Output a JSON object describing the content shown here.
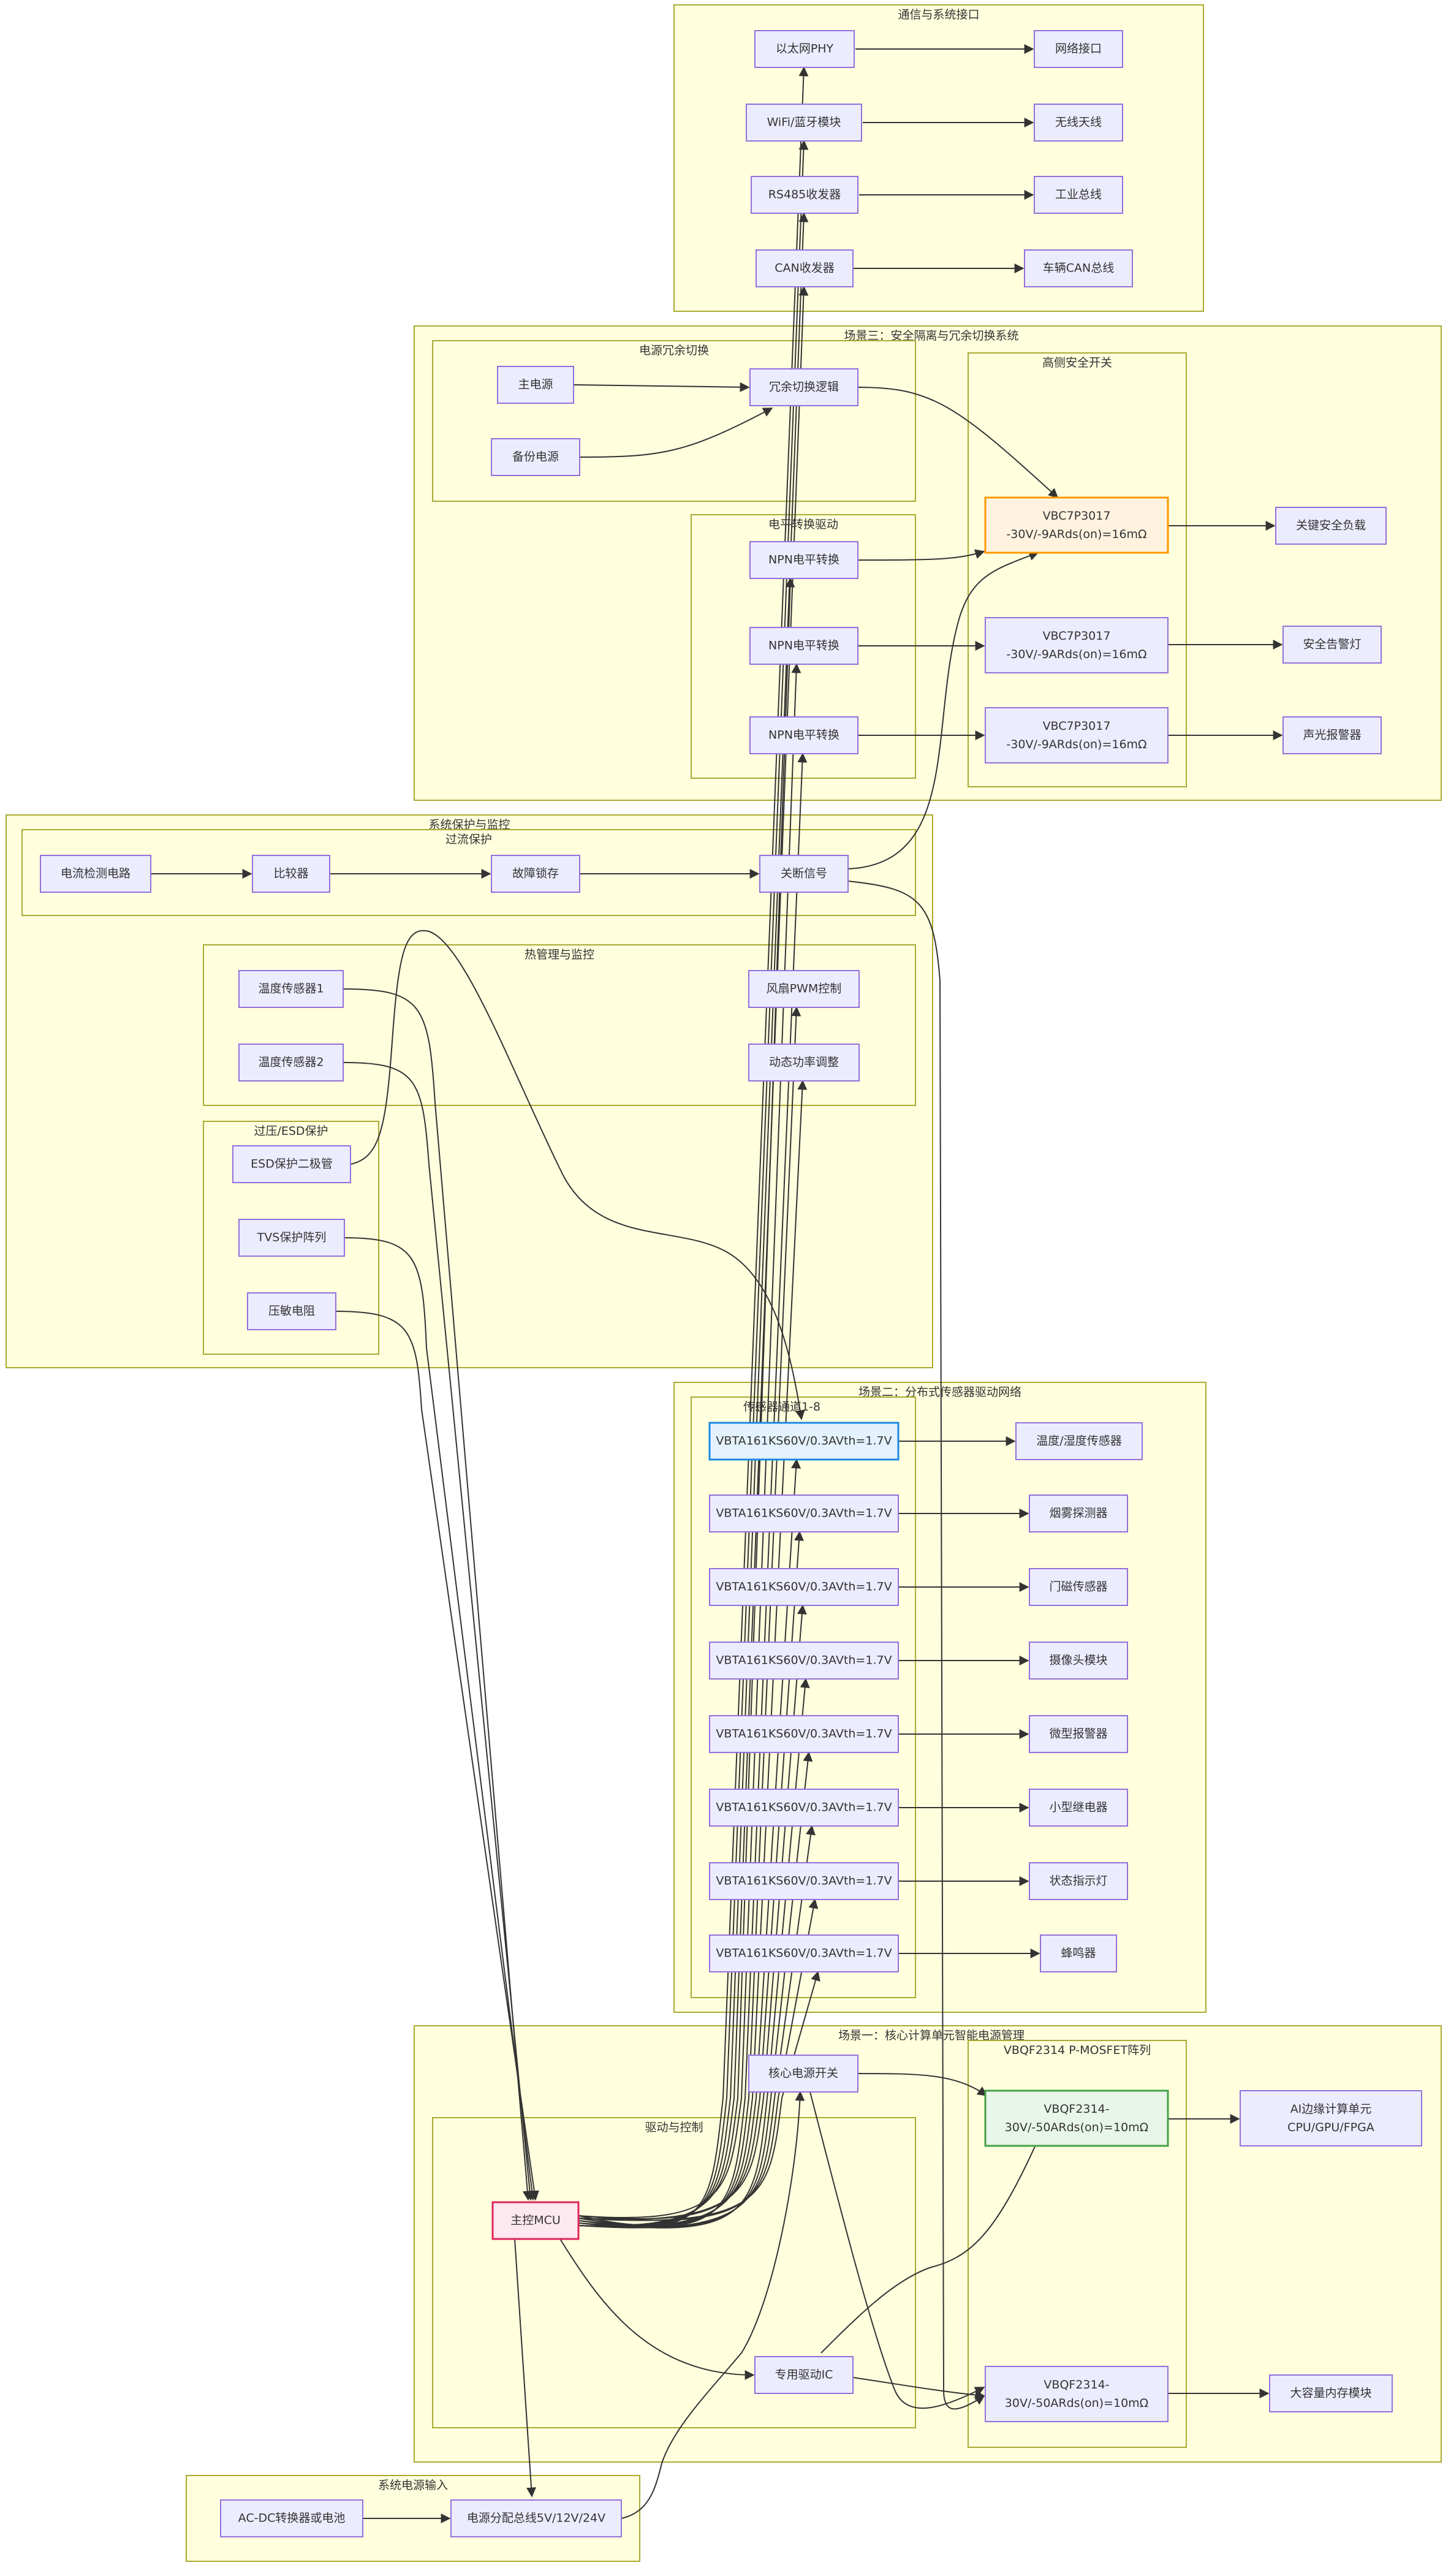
{
  "clusters": {
    "comm": "通信与系统接口",
    "scene3": "场景三：安全隔离与冗余切换系统",
    "redundancy": "电源冗余切换",
    "level_shift": "电平转换驱动",
    "high_side": "高侧安全开关",
    "protection": "系统保护与监控",
    "overcurrent": "过流保护",
    "thermal": "热管理与监控",
    "overvoltage": "过压/ESD保护",
    "scene2": "场景二：分布式传感器驱动网络",
    "sensor_channels": "传感器通道1-8",
    "scene1": "场景一：核心计算单元智能电源管理",
    "mosfet_array": "VBQF2314 P-MOSFET阵列",
    "driver_ctrl": "驱动与控制",
    "power_input": "系统电源输入"
  },
  "nodes": {
    "eth_phy": "以太网PHY",
    "net_port": "网络接口",
    "wifi": "WiFi/蓝牙模块",
    "antenna": "无线天线",
    "rs485": "RS485收发器",
    "fieldbus": "工业总线",
    "can": "CAN收发器",
    "can_bus": "车辆CAN总线",
    "main_psu": "主电源",
    "backup_psu": "备份电源",
    "switch_logic": "冗余切换逻辑",
    "npn1": "NPN电平转换",
    "npn2": "NPN电平转换",
    "npn3": "NPN电平转换",
    "vbc1": "VBC7P3017-30V/-9ARds(on)=16mΩ",
    "vbc2": "VBC7P3017-30V/-9ARds(on)=16mΩ",
    "vbc3": "VBC7P3017-30V/-9ARds(on)=16mΩ",
    "key_load": "关键安全负载",
    "warn_lamp": "安全告警灯",
    "sound_alarm": "声光报警器",
    "current_detect": "电流检测电路",
    "comparator": "比较器",
    "fault_latch": "故障锁存",
    "shutdown": "关断信号",
    "temp1": "温度传感器1",
    "temp2": "温度传感器2",
    "fan_pwm": "风扇PWM控制",
    "dyn_power": "动态功率调整",
    "esd": "ESD保护二极管",
    "tvs": "TVS保护阵列",
    "varistor": "压敏电阻",
    "vbta": "VBTA161KS60V/0.3AVth=1.7V",
    "s1": "温度/湿度传感器",
    "s2": "烟雾探测器",
    "s3": "门磁传感器",
    "s4": "摄像头模块",
    "s5": "微型报警器",
    "s6": "小型继电器",
    "s7": "状态指示灯",
    "s8": "蜂鸣器",
    "core_switch": "核心电源开关",
    "vbqf1": "VBQF2314-30V/-50ARds(on)=10mΩ",
    "vbqf2": "VBQF2314-30V/-50ARds(on)=10mΩ",
    "ai_unit": "AI边缘计算单元CPU/GPU/FPGA",
    "memory": "大容量内存模块",
    "mcu": "主控MCU",
    "gate_driver": "专用驱动IC",
    "acdc": "AC-DC转换器或电池",
    "power_bus": "电源分配总线5V/12V/24V"
  },
  "colors": {
    "cluster_fill": "#ffffde",
    "cluster_stroke": "#aaaa33",
    "node_fill": "#ececff",
    "node_stroke": "#9370db",
    "mcu": "#e0245e",
    "safety": "#ff9800",
    "sensor": "#1e88e5",
    "core": "#43a047"
  }
}
